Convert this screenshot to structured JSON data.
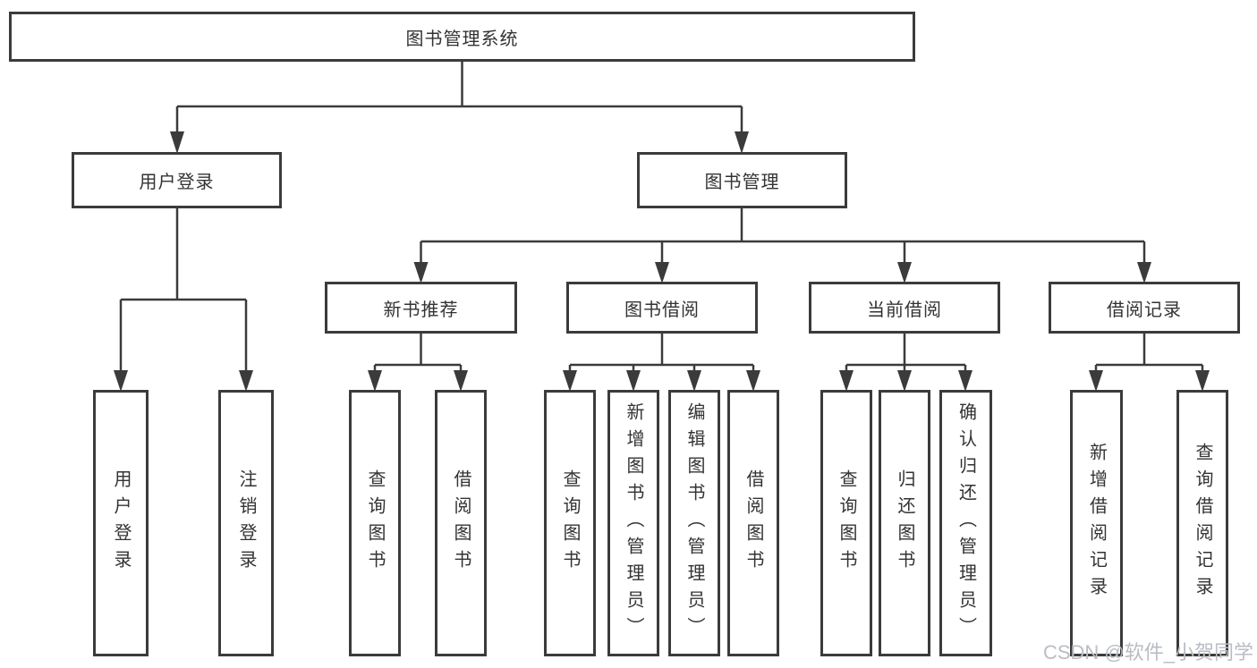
{
  "diagram": {
    "title": "图书管理系统",
    "branches": [
      {
        "label": "用户登录",
        "children": [
          {
            "label": "用户登录"
          },
          {
            "label": "注销登录"
          }
        ]
      },
      {
        "label": "图书管理",
        "children": [
          {
            "label": "新书推荐",
            "children": [
              {
                "label": "查询图书"
              },
              {
                "label": "借阅图书"
              }
            ]
          },
          {
            "label": "图书借阅",
            "children": [
              {
                "label": "查询图书"
              },
              {
                "label": "新增图书（管理员）"
              },
              {
                "label": "编辑图书（管理员）"
              },
              {
                "label": "借阅图书"
              }
            ]
          },
          {
            "label": "当前借阅",
            "children": [
              {
                "label": "查询图书"
              },
              {
                "label": "归还图书"
              },
              {
                "label": "确认归还（管理员）"
              }
            ]
          },
          {
            "label": "借阅记录",
            "children": [
              {
                "label": "新增借阅记录"
              },
              {
                "label": "查询借阅记录"
              }
            ]
          }
        ]
      }
    ]
  },
  "watermark": {
    "text": "CSDN @软件_小贺同学"
  },
  "colors": {
    "line": "#3b3b3b",
    "box_border": "#3b3b3b",
    "text": "#333333",
    "watermark": "#b9bdc4",
    "background": "#ffffff"
  }
}
